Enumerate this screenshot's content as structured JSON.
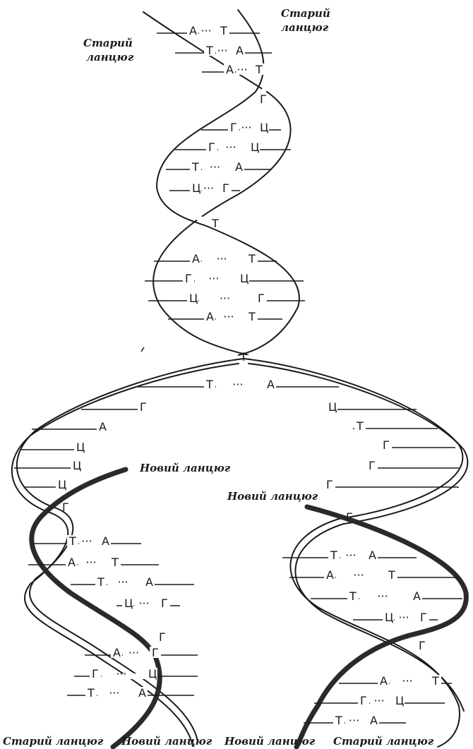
{
  "labels": {
    "old_top_right": [
      "Старий",
      "ланцюг"
    ],
    "old_top_left": [
      "Старий",
      "ланцюг"
    ],
    "new_left": "Новий ланцюг",
    "new_right": "Новий ланцюг",
    "bottom": [
      "Старий ланцюг",
      "Новий ланцюг",
      "Новий ланцюг",
      "Старий ланцюг"
    ]
  },
  "crossings": [
    "Г",
    "Т",
    "Т",
    "Г",
    "Г",
    "Г",
    "Г"
  ],
  "parent_pairs": [
    [
      "А",
      "Т"
    ],
    [
      "Т",
      "А"
    ],
    [
      "А",
      "Т"
    ],
    [
      "Г",
      "Ц"
    ],
    [
      "Г",
      "Ц"
    ],
    [
      "Т",
      "А"
    ],
    [
      "Ц",
      "Г"
    ],
    [
      "А",
      "Т"
    ],
    [
      "Г",
      "Ц"
    ],
    [
      "Ц",
      "Г"
    ],
    [
      "А",
      "Т"
    ],
    [
      "Т",
      "А"
    ]
  ],
  "unpaired_left": [
    "Г",
    "А",
    "Ц",
    "Ц",
    "Ц"
  ],
  "unpaired_right": [
    "Ц",
    "Т",
    "Г",
    "Г",
    "Г"
  ],
  "daughter_left_pairs": [
    [
      "Т",
      "А"
    ],
    [
      "А",
      "Т"
    ],
    [
      "Т",
      "А"
    ],
    [
      "Ц",
      "Г"
    ],
    [
      "А",
      "Г"
    ],
    [
      "Г",
      "Ц"
    ],
    [
      "Т",
      "А"
    ]
  ],
  "daughter_right_pairs": [
    [
      "Т",
      "А"
    ],
    [
      "А",
      "Т"
    ],
    [
      "Т",
      "А"
    ],
    [
      "Ц",
      "Г"
    ],
    [
      "А",
      "Т"
    ],
    [
      "Г",
      "Ц"
    ],
    [
      "Т",
      "А"
    ]
  ]
}
